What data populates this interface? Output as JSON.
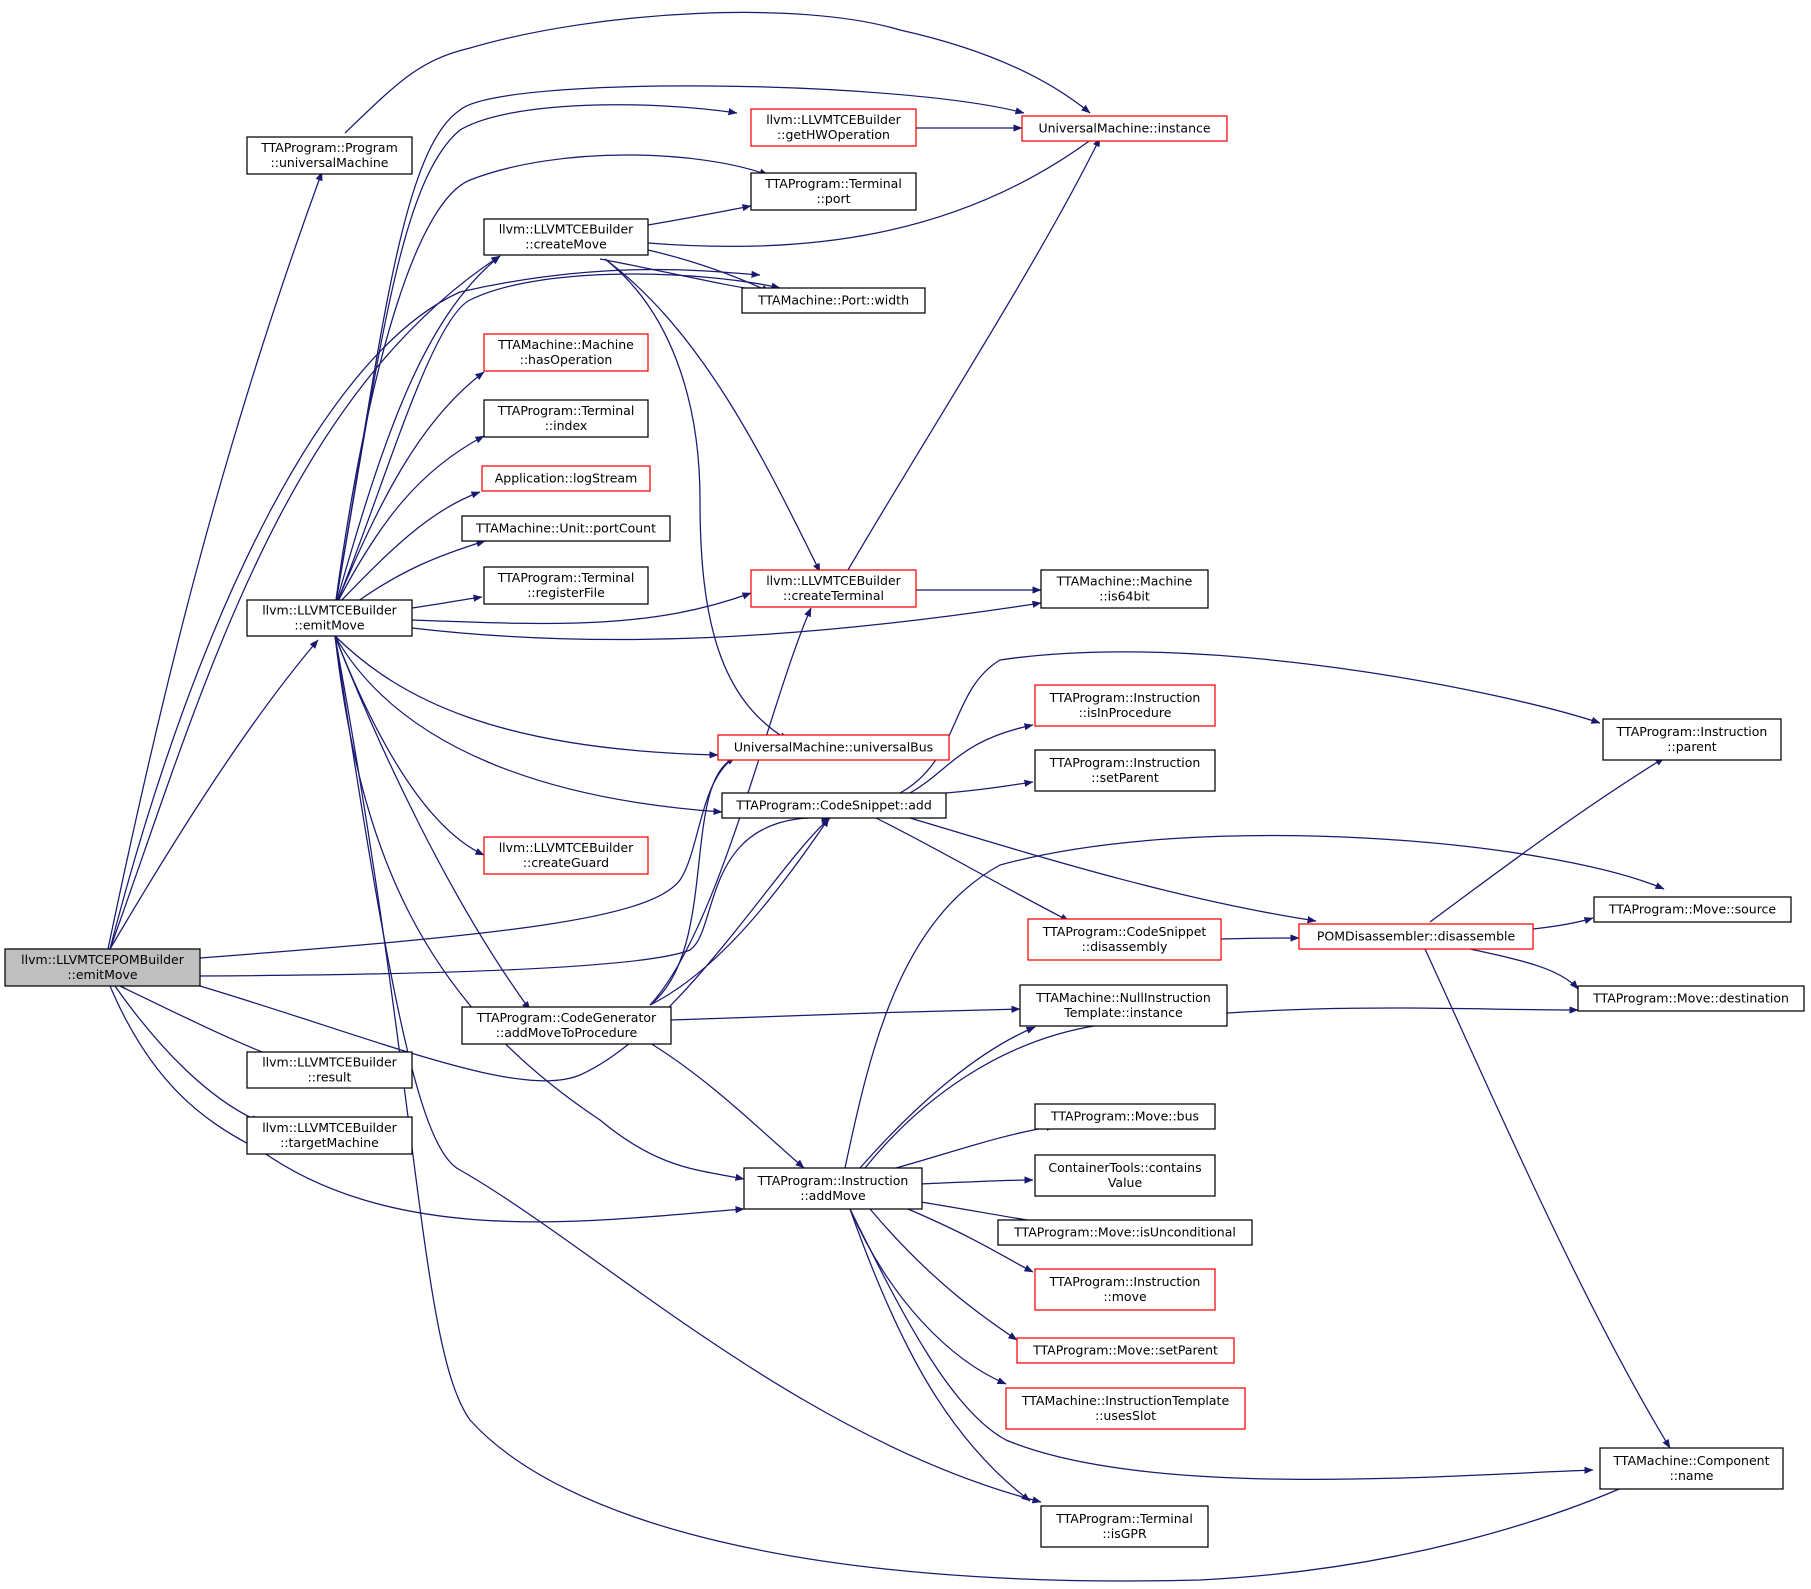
{
  "colors": {
    "edge": "#191970",
    "node_border_default": "#000000",
    "node_border_incomplete": "#ff0000",
    "root_fill": "#bfbfbf",
    "background": "#ffffff"
  },
  "nodes": [
    {
      "id": "root",
      "lines": [
        "llvm::LLVMTCEPOMBuilder",
        "::emitMove"
      ],
      "style": "root"
    },
    {
      "id": "prog_univ",
      "lines": [
        "TTAProgram::Program",
        "::universalMachine"
      ],
      "style": "black"
    },
    {
      "id": "emitMove",
      "lines": [
        "llvm::LLVMTCEBuilder",
        "::emitMove"
      ],
      "style": "black"
    },
    {
      "id": "result",
      "lines": [
        "llvm::LLVMTCEBuilder",
        "::result"
      ],
      "style": "black"
    },
    {
      "id": "targetMachine",
      "lines": [
        "llvm::LLVMTCEBuilder",
        "::targetMachine"
      ],
      "style": "black"
    },
    {
      "id": "createMove",
      "lines": [
        "llvm::LLVMTCEBuilder",
        "::createMove"
      ],
      "style": "black"
    },
    {
      "id": "hasOperation",
      "lines": [
        "TTAMachine::Machine",
        "::hasOperation"
      ],
      "style": "red"
    },
    {
      "id": "term_index",
      "lines": [
        "TTAProgram::Terminal",
        "::index"
      ],
      "style": "black"
    },
    {
      "id": "logStream",
      "lines": [
        "Application::logStream"
      ],
      "style": "red"
    },
    {
      "id": "portCount",
      "lines": [
        "TTAMachine::Unit::portCount"
      ],
      "style": "black"
    },
    {
      "id": "registerFile",
      "lines": [
        "TTAProgram::Terminal",
        "::registerFile"
      ],
      "style": "black"
    },
    {
      "id": "createGuard",
      "lines": [
        "llvm::LLVMTCEBuilder",
        "::createGuard"
      ],
      "style": "red"
    },
    {
      "id": "addMoveToProc",
      "lines": [
        "TTAProgram::CodeGenerator",
        "::addMoveToProcedure"
      ],
      "style": "black"
    },
    {
      "id": "getHWOp",
      "lines": [
        "llvm::LLVMTCEBuilder",
        "::getHWOperation"
      ],
      "style": "red"
    },
    {
      "id": "term_port",
      "lines": [
        "TTAProgram::Terminal",
        "::port"
      ],
      "style": "black"
    },
    {
      "id": "portWidth",
      "lines": [
        "TTAMachine::Port::width"
      ],
      "style": "black"
    },
    {
      "id": "createTerminal",
      "lines": [
        "llvm::LLVMTCEBuilder",
        "::createTerminal"
      ],
      "style": "red"
    },
    {
      "id": "universalBus",
      "lines": [
        "UniversalMachine::universalBus"
      ],
      "style": "red"
    },
    {
      "id": "csAdd",
      "lines": [
        "TTAProgram::CodeSnippet::add"
      ],
      "style": "black"
    },
    {
      "id": "instrAddMove",
      "lines": [
        "TTAProgram::Instruction",
        "::addMove"
      ],
      "style": "black"
    },
    {
      "id": "umInstance",
      "lines": [
        "UniversalMachine::instance"
      ],
      "style": "red"
    },
    {
      "id": "is64bit",
      "lines": [
        "TTAMachine::Machine",
        "::is64bit"
      ],
      "style": "black"
    },
    {
      "id": "isInProcedure",
      "lines": [
        "TTAProgram::Instruction",
        "::isInProcedure"
      ],
      "style": "red"
    },
    {
      "id": "setParentI",
      "lines": [
        "TTAProgram::Instruction",
        "::setParent"
      ],
      "style": "black"
    },
    {
      "id": "csDisassembly",
      "lines": [
        "TTAProgram::CodeSnippet",
        "::disassembly"
      ],
      "style": "red"
    },
    {
      "id": "nullInstrTmpl",
      "lines": [
        "TTAMachine::NullInstruction",
        "Template::instance"
      ],
      "style": "black"
    },
    {
      "id": "moveBus",
      "lines": [
        "TTAProgram::Move::bus"
      ],
      "style": "black"
    },
    {
      "id": "containsValue",
      "lines": [
        "ContainerTools::contains",
        "Value"
      ],
      "style": "black"
    },
    {
      "id": "isUncond",
      "lines": [
        "TTAProgram::Move::isUnconditional"
      ],
      "style": "black"
    },
    {
      "id": "instrMove",
      "lines": [
        "TTAProgram::Instruction",
        "::move"
      ],
      "style": "red"
    },
    {
      "id": "moveSetParent",
      "lines": [
        "TTAProgram::Move::setParent"
      ],
      "style": "red"
    },
    {
      "id": "usesSlot",
      "lines": [
        "TTAMachine::InstructionTemplate",
        "::usesSlot"
      ],
      "style": "red"
    },
    {
      "id": "isGPR",
      "lines": [
        "TTAProgram::Terminal",
        "::isGPR"
      ],
      "style": "black"
    },
    {
      "id": "pomDisasm",
      "lines": [
        "POMDisassembler::disassemble"
      ],
      "style": "red"
    },
    {
      "id": "instrParent",
      "lines": [
        "TTAProgram::Instruction",
        "::parent"
      ],
      "style": "black"
    },
    {
      "id": "moveSource",
      "lines": [
        "TTAProgram::Move::source"
      ],
      "style": "black"
    },
    {
      "id": "moveDest",
      "lines": [
        "TTAProgram::Move::destination"
      ],
      "style": "black"
    },
    {
      "id": "compName",
      "lines": [
        "TTAMachine::Component",
        "::name"
      ],
      "style": "black"
    }
  ]
}
